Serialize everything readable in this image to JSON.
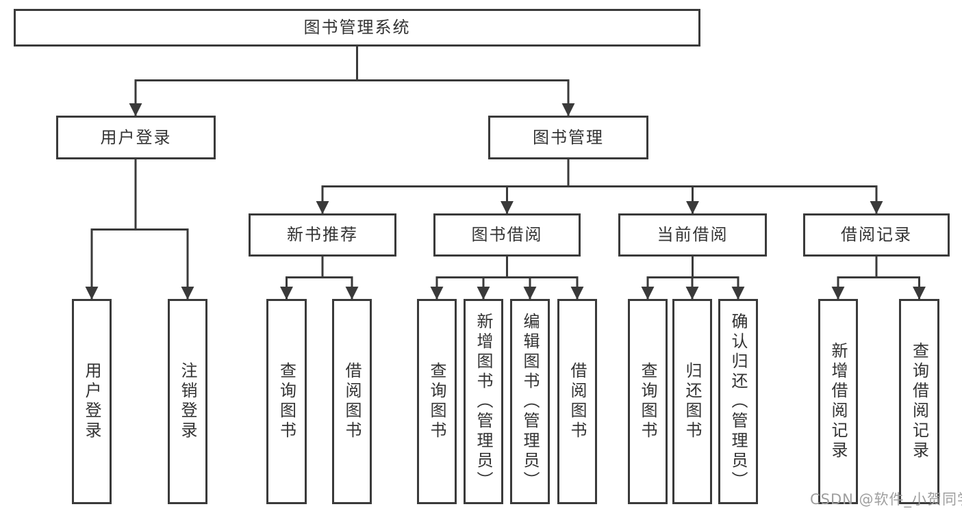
{
  "colors": {
    "line": "#3a3a3a",
    "box_border": "#3a3a3a",
    "text": "#333333",
    "background": "#ffffff",
    "watermark": "#9e9e9e"
  },
  "watermark": "CSDN @软件_小贺同学",
  "tree": {
    "label": "图书管理系统",
    "children": [
      {
        "label": "用户登录",
        "children": [
          {
            "label": "用户登录"
          },
          {
            "label": "注销登录"
          }
        ]
      },
      {
        "label": "图书管理",
        "children": [
          {
            "label": "新书推荐",
            "children": [
              {
                "label": "查询图书"
              },
              {
                "label": "借阅图书"
              }
            ]
          },
          {
            "label": "图书借阅",
            "children": [
              {
                "label": "查询图书"
              },
              {
                "label": "新增图书（管理员）"
              },
              {
                "label": "编辑图书（管理员）"
              },
              {
                "label": "借阅图书"
              }
            ]
          },
          {
            "label": "当前借阅",
            "children": [
              {
                "label": "查询图书"
              },
              {
                "label": "归还图书"
              },
              {
                "label": "确认归还（管理员）"
              }
            ]
          },
          {
            "label": "借阅记录",
            "children": [
              {
                "label": "新增借阅记录"
              },
              {
                "label": "查询借阅记录"
              }
            ]
          }
        ]
      }
    ]
  }
}
